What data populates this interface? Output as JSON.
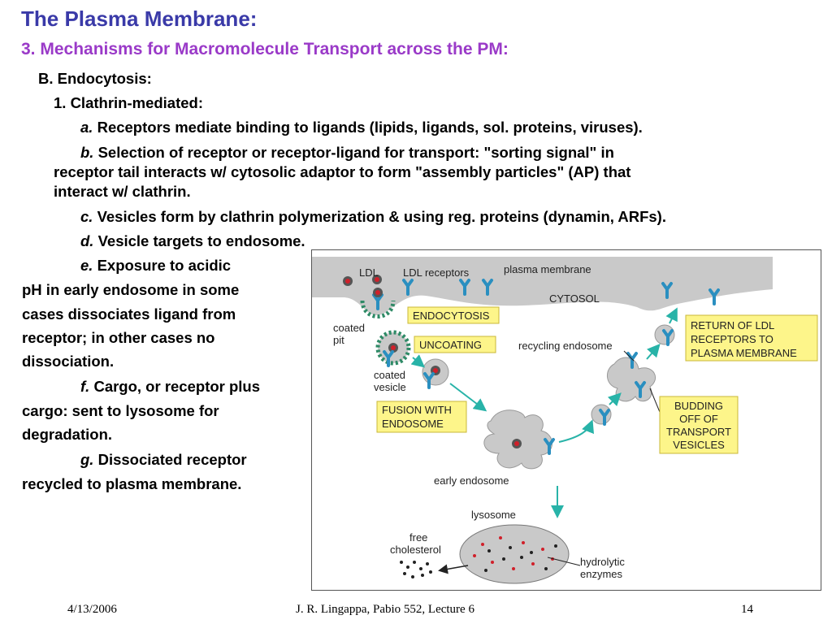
{
  "slide": {
    "title": "The Plasma Membrane:",
    "subtitle": "3.  Mechanisms for Macromolecule Transport across the PM:",
    "section": "B.  Endocytosis:",
    "subsection": "1.  Clathrin-mediated:",
    "items": [
      {
        "letter": "a.",
        "text": "Receptors mediate binding to ligands (lipids, ligands, sol. proteins, viruses)."
      },
      {
        "letter": "b.",
        "text": "Selection of receptor or receptor-ligand for transport: \"sorting signal\" in",
        "cont": [
          "receptor tail interacts w/ cytosolic adaptor to form \"assembly particles\" (AP) that",
          "interact w/ clathrin."
        ]
      },
      {
        "letter": "c.",
        "text": "Vesicles form by clathrin polymerization & using reg.  proteins (dynamin, ARFs)."
      },
      {
        "letter": "d.",
        "text": "Vesicle targets to endosome."
      },
      {
        "letter": "e.",
        "text": " Exposure to acidic",
        "cont": [
          "pH in early endosome in some",
          "cases dissociates ligand from",
          "receptor;  in other cases no",
          "dissociation."
        ]
      },
      {
        "letter": "f.",
        "text": " Cargo, or receptor plus",
        "cont": [
          "cargo: sent to lysosome for",
          "degradation."
        ]
      },
      {
        "letter": "g.",
        "text": "Dissociated receptor",
        "cont": [
          "recycled to plasma membrane."
        ]
      }
    ]
  },
  "figure": {
    "labels": {
      "ldl": "LDL",
      "ldl_receptors": "LDL receptors",
      "plasma_membrane": "plasma membrane",
      "cytosol": "CYTOSOL",
      "coated_pit": [
        "coated",
        "pit"
      ],
      "coated_vesicle": [
        "coated",
        "vesicle"
      ],
      "recycling_endosome": "recycling endosome",
      "early_endosome": "early endosome",
      "lysosome": "lysosome",
      "free_cholesterol": [
        "free",
        "cholesterol"
      ],
      "hydrolytic_enzymes": [
        "hydrolytic",
        "enzymes"
      ]
    },
    "boxes": {
      "endocytosis": [
        "ENDOCYTOSIS"
      ],
      "uncoating": [
        "UNCOATING"
      ],
      "fusion": [
        "FUSION WITH",
        "ENDOSOME"
      ],
      "return": [
        "RETURN OF LDL",
        "RECEPTORS TO",
        "PLASMA MEMBRANE"
      ],
      "budding": [
        "BUDDING",
        "OFF OF",
        "TRANSPORT",
        "VESICLES"
      ]
    },
    "colors": {
      "box_fill": "#fdf58a",
      "membrane": "#c9c9c9",
      "receptor": "#2a8fc0",
      "arrow": "#28b3a8",
      "ligand_red": "#d0202a"
    }
  },
  "footer": {
    "date": "4/13/2006",
    "course": "J. R. Lingappa, Pabio 552, Lecture 6",
    "page": "14"
  }
}
